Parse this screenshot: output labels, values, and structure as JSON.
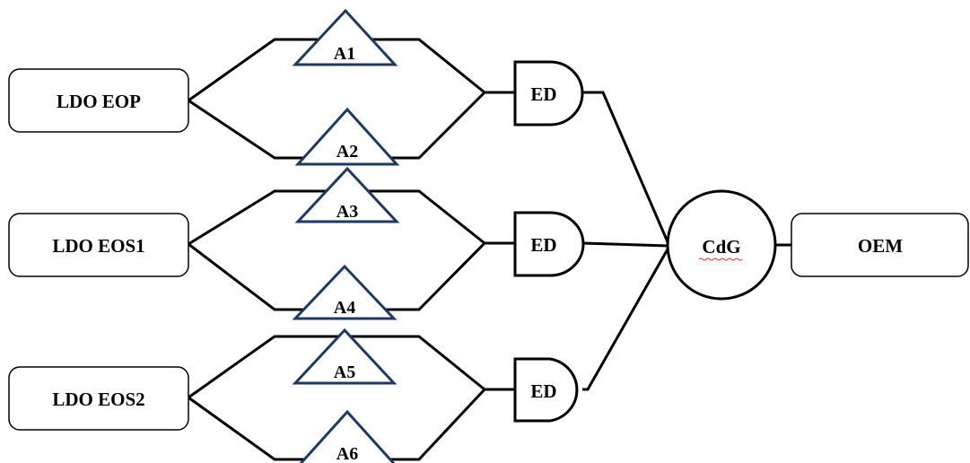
{
  "sources": [
    {
      "id": "eop",
      "label": "LDO EOP"
    },
    {
      "id": "eos1",
      "label": "LDO EOS1"
    },
    {
      "id": "eos2",
      "label": "LDO EOS2"
    }
  ],
  "triangles": [
    {
      "label": "A1"
    },
    {
      "label": "A2"
    },
    {
      "label": "A3"
    },
    {
      "label": "A4"
    },
    {
      "label": "A5"
    },
    {
      "label": "A6"
    }
  ],
  "gates": [
    {
      "label": "ED"
    },
    {
      "label": "ED"
    },
    {
      "label": "ED"
    }
  ],
  "hub": {
    "label": "CdG"
  },
  "output": {
    "label": "OEM"
  },
  "colors": {
    "line": "#000000",
    "triangle": "#1f3a5f"
  }
}
